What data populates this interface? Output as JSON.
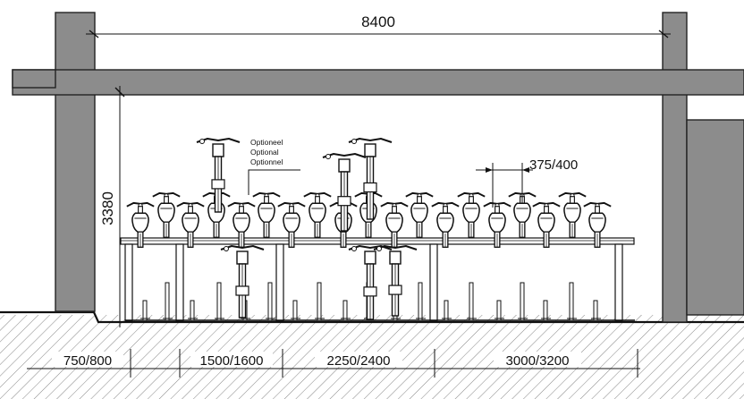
{
  "dimensions": {
    "overall_width": "8400",
    "height": "3380",
    "bike_spacing": "375/400",
    "bottom": [
      "750/800",
      "1500/1600",
      "2250/2400",
      "3000/3200"
    ]
  },
  "notes": {
    "optional": [
      "Optioneel",
      "Optional",
      "Optionnel"
    ]
  },
  "colors": {
    "concrete": "#8c8c8c",
    "line": "#111111",
    "ground_hatch": "#666666"
  }
}
